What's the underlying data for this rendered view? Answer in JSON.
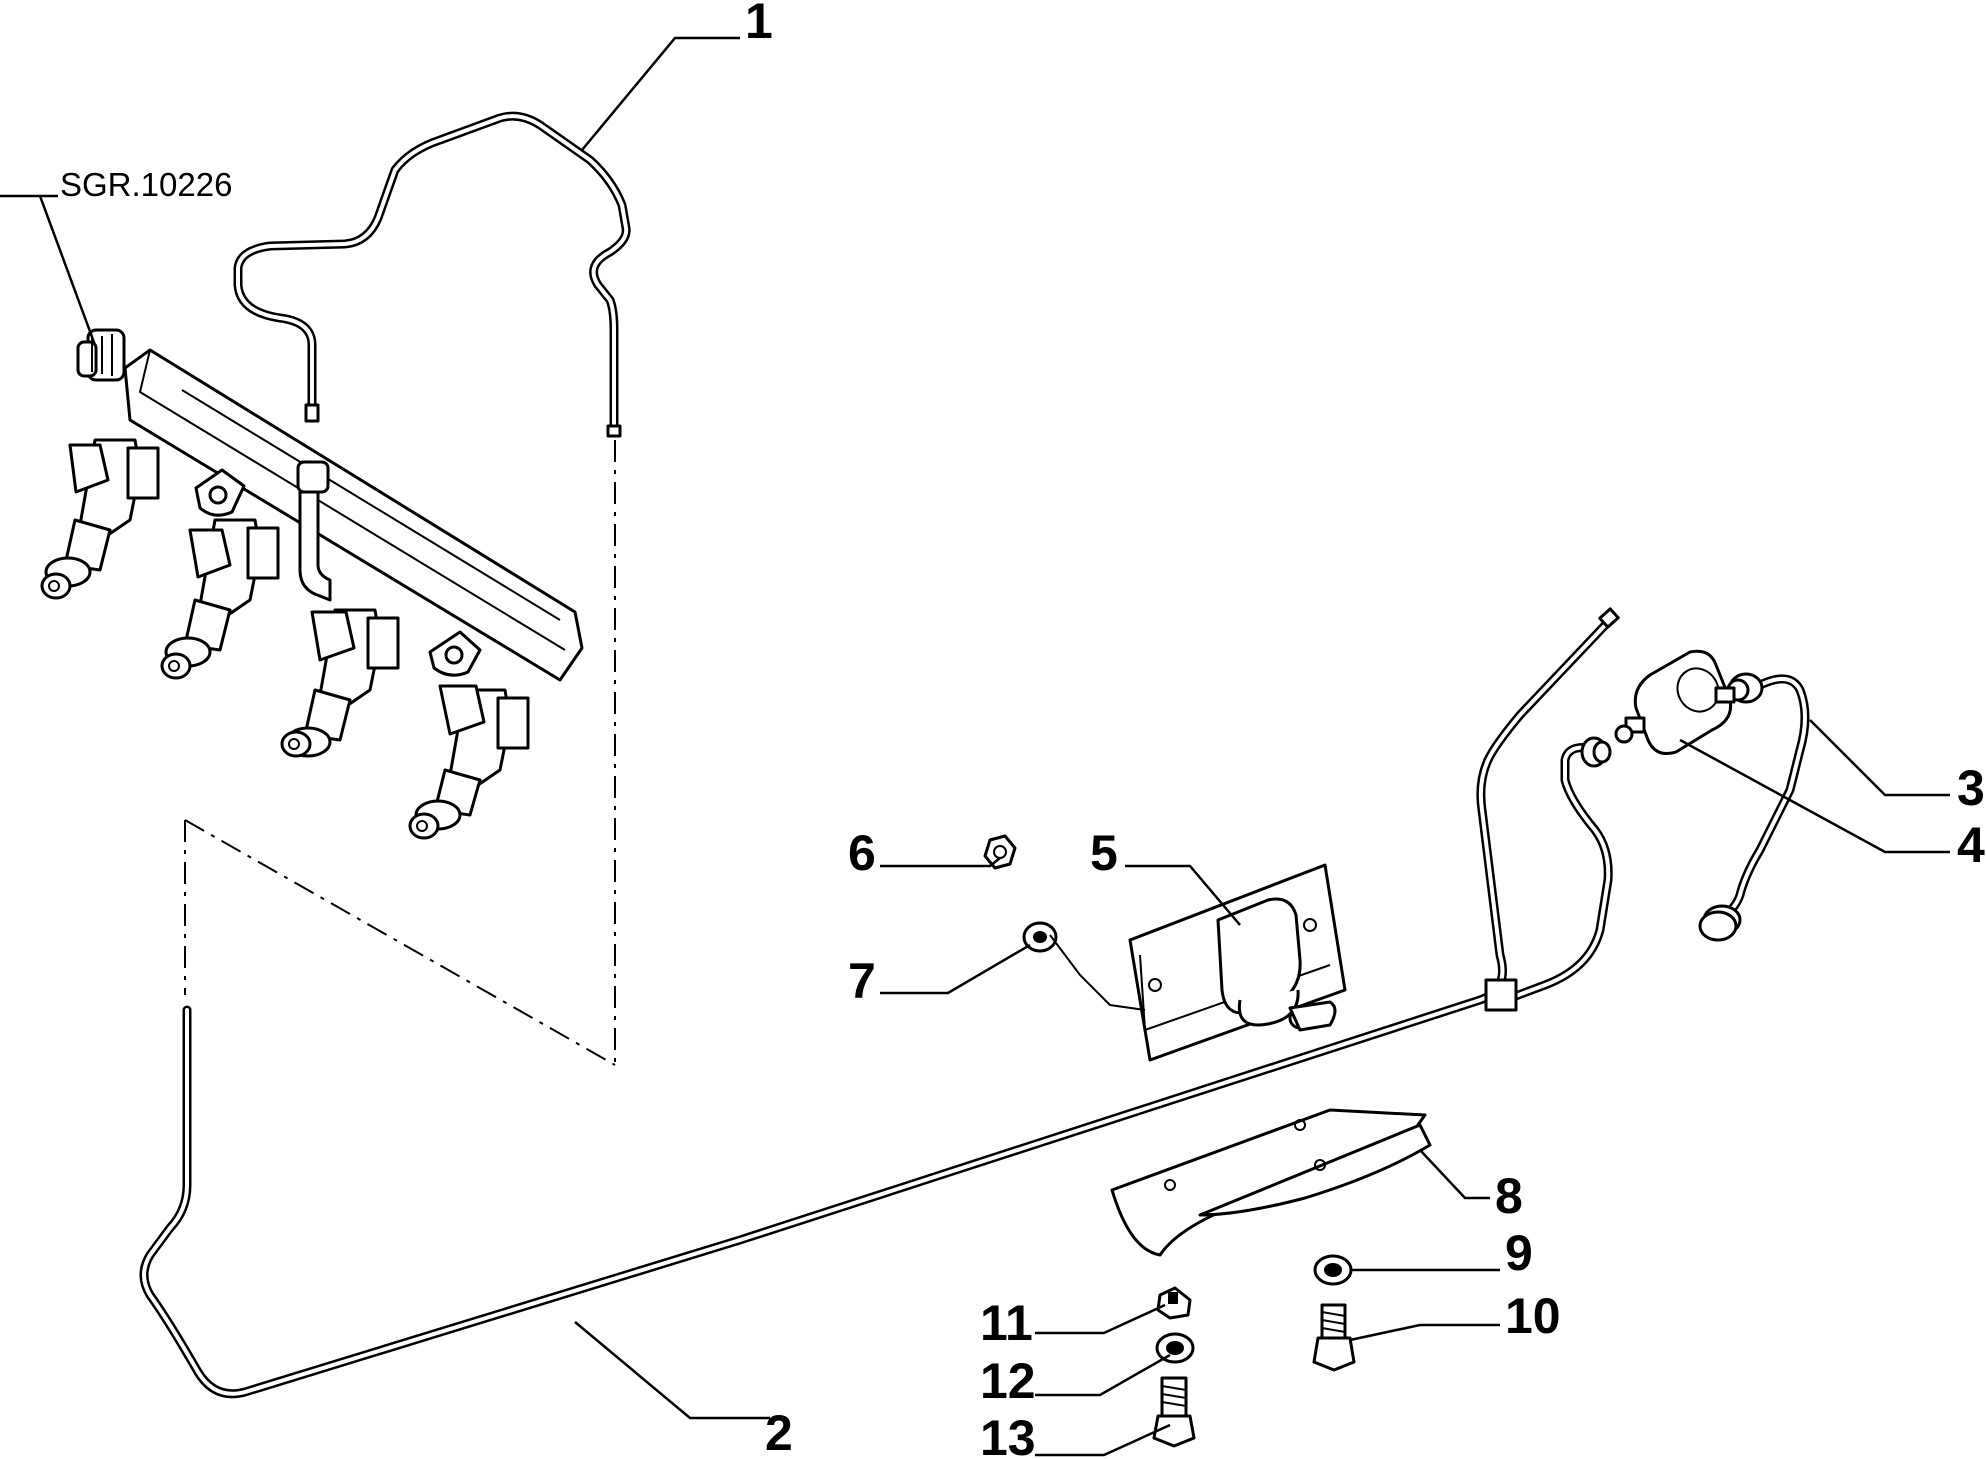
{
  "diagram": {
    "reference_label": "SGR.10226",
    "callouts": [
      {
        "id": "1",
        "label": "1"
      },
      {
        "id": "2",
        "label": "2"
      },
      {
        "id": "3",
        "label": "3"
      },
      {
        "id": "4",
        "label": "4"
      },
      {
        "id": "5",
        "label": "5"
      },
      {
        "id": "6",
        "label": "6"
      },
      {
        "id": "7",
        "label": "7"
      },
      {
        "id": "8",
        "label": "8"
      },
      {
        "id": "9",
        "label": "9"
      },
      {
        "id": "10",
        "label": "10"
      },
      {
        "id": "11",
        "label": "11"
      },
      {
        "id": "12",
        "label": "12"
      },
      {
        "id": "13",
        "label": "13"
      }
    ]
  }
}
